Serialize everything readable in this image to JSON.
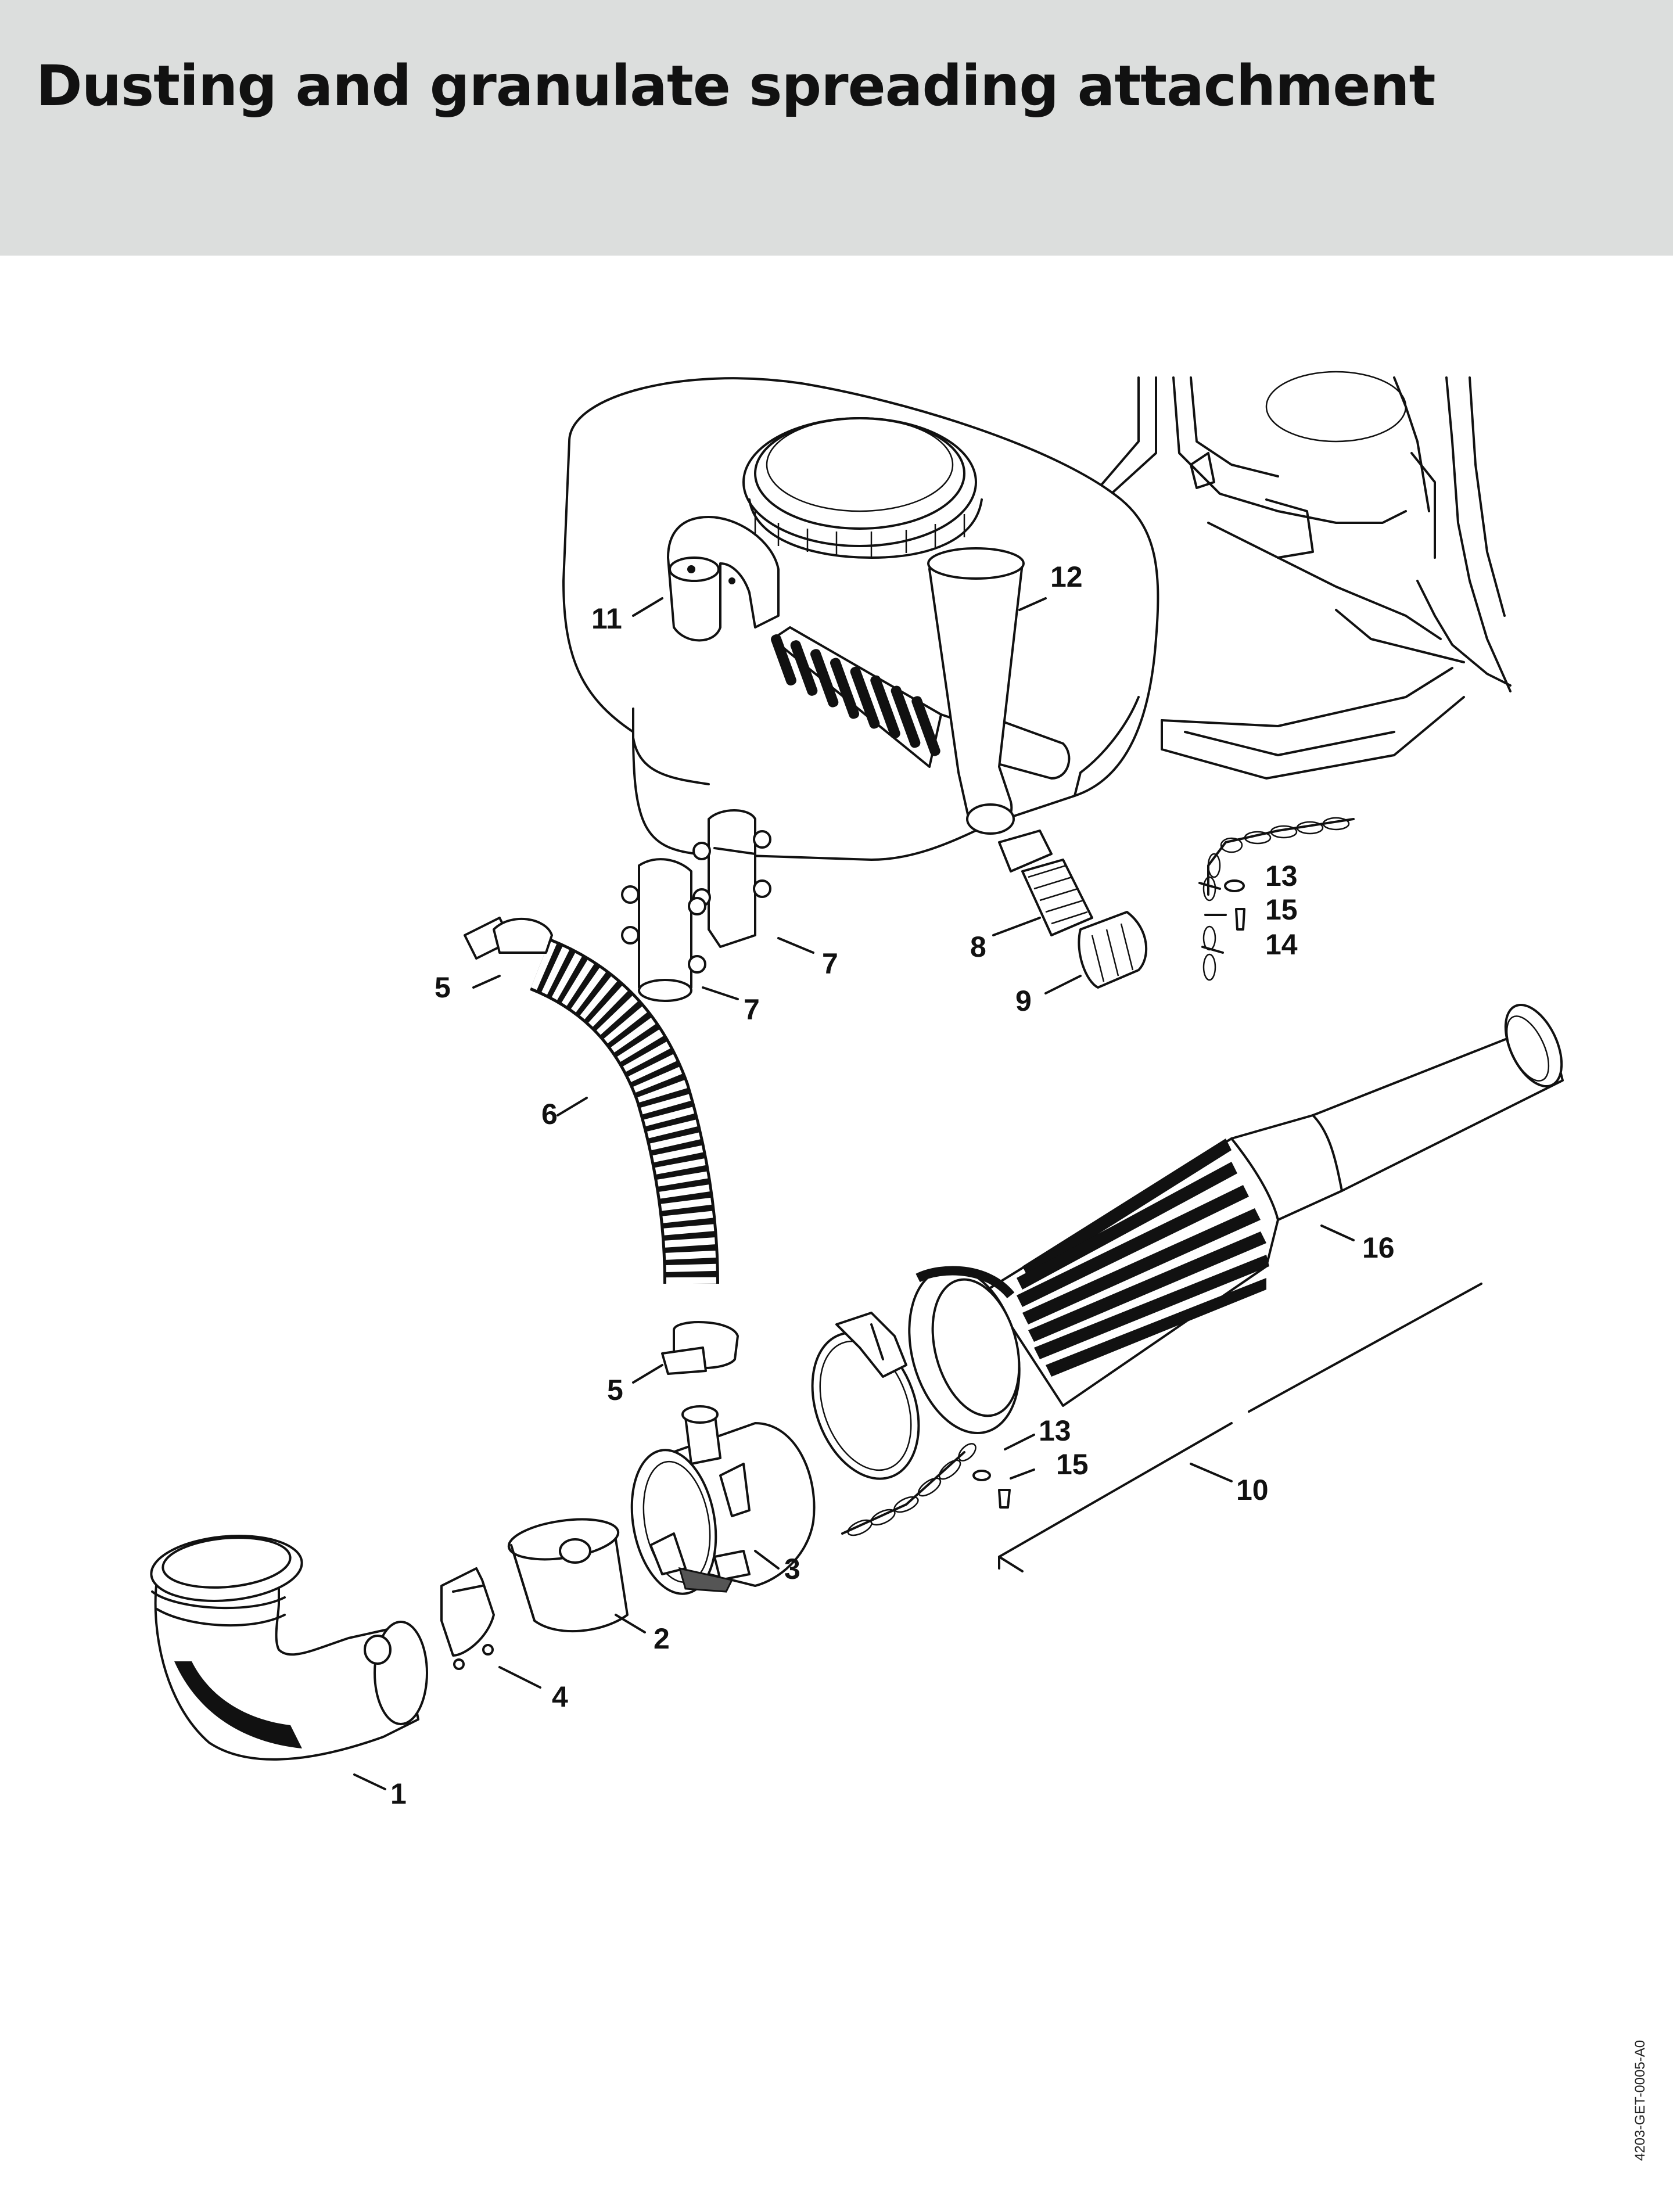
{
  "title": "Dusting and granulate spreading attachment",
  "doc_code": "4203-GET-0005-A0",
  "callouts": [
    "1",
    "2",
    "3",
    "4",
    "5",
    "5",
    "6",
    "7",
    "7",
    "8",
    "9",
    "10",
    "11",
    "12",
    "13",
    "13",
    "14",
    "15",
    "15",
    "16"
  ],
  "icons": [
    "hopper-tank",
    "backpack-frame",
    "elbow-pipe",
    "blower-tube",
    "corrugated-hose",
    "hose-clamp",
    "chain",
    "dosing-tube"
  ]
}
